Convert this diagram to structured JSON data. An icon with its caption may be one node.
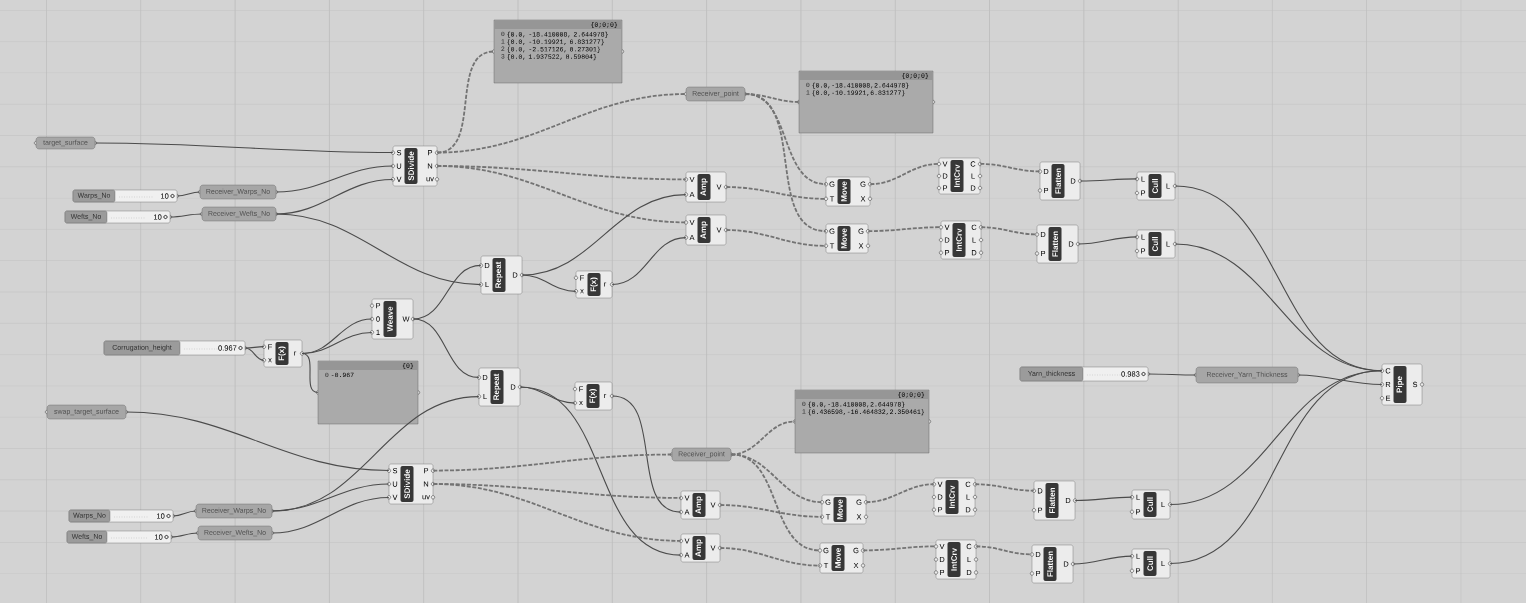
{
  "diagram": {
    "nodes": [
      {
        "text": [
          "target_surface"
        ]
      },
      {
        "text": [
          "{0;0;0}",
          "0",
          "{0.0, -18.410008, 2.644978}",
          "1",
          "{0.0, -10.19921, 6.831277}",
          "2",
          "{0.0, -2.517126, 8.27301}",
          "3",
          "{0.0, 1.937522, 8.59804}"
        ]
      },
      {
        "text": [
          "S",
          "U",
          "V",
          "SDivide",
          "P",
          "N",
          "uv"
        ]
      },
      {
        "text": [
          "Warps_No",
          "10"
        ]
      },
      {
        "text": [
          "Receiver_Warps_No"
        ]
      },
      {
        "text": [
          "Wefts_No",
          "10"
        ]
      },
      {
        "text": [
          "Receiver_Wefts_No"
        ]
      },
      {
        "text": [
          "Receiver_point"
        ]
      },
      {
        "text": [
          "{0;0;0}",
          "0",
          "{0.0,-18.410008,2.644978}",
          "1",
          "{0.0,-10.19921,6.831277}"
        ]
      },
      {
        "text": [
          "V",
          "A",
          "Amp",
          "V"
        ]
      },
      {
        "text": [
          "V",
          "A",
          "Amp",
          "V"
        ]
      },
      {
        "text": [
          "G",
          "T",
          "Move",
          "G",
          "X"
        ]
      },
      {
        "text": [
          "G",
          "T",
          "Move",
          "G",
          "X"
        ]
      },
      {
        "text": [
          "V",
          "D",
          "P",
          "IntCrv",
          "C",
          "L",
          "D"
        ]
      },
      {
        "text": [
          "V",
          "D",
          "P",
          "IntCrv",
          "C",
          "L",
          "D"
        ]
      },
      {
        "text": [
          "D",
          "P",
          "Flatten",
          "D"
        ]
      },
      {
        "text": [
          "D",
          "P",
          "Flatten",
          "D"
        ]
      },
      {
        "text": [
          "L",
          "P",
          "Cull",
          "L"
        ]
      },
      {
        "text": [
          "L",
          "P",
          "Cull",
          "L"
        ]
      },
      {
        "text": [
          "D",
          "L",
          "Repeat",
          "D"
        ]
      },
      {
        "text": [
          "F",
          "x",
          "F(x)",
          "r"
        ]
      },
      {
        "text": [
          "P",
          "0",
          "1",
          "Weave",
          "W"
        ]
      },
      {
        "text": [
          "Corrugation_height",
          "0.967"
        ]
      },
      {
        "text": [
          "F",
          "x",
          "F(x)",
          "r"
        ]
      },
      {
        "text": [
          "{0}",
          "0",
          "-0.967"
        ]
      },
      {
        "text": [
          "D",
          "L",
          "Repeat",
          "D"
        ]
      },
      {
        "text": [
          "F",
          "x",
          "F(x)",
          "r"
        ]
      },
      {
        "text": [
          "swap_target_surface"
        ]
      },
      {
        "text": [
          "{0;0;0}",
          "0",
          "{0.0,-18.410008,2.644978}",
          "1",
          "{6.436598,-16.464832,2.350461}"
        ]
      },
      {
        "text": [
          "Yarn_thickness",
          "0.983"
        ]
      },
      {
        "text": [
          "Receiver_Yarn_Thickness"
        ]
      },
      {
        "text": [
          "C",
          "R",
          "E",
          "Pipe",
          "S"
        ]
      },
      {
        "text": [
          "Receiver_point"
        ]
      },
      {
        "text": [
          "S",
          "U",
          "V",
          "SDivide",
          "P",
          "N",
          "uv"
        ]
      },
      {
        "text": [
          "Warps_No",
          "10"
        ]
      },
      {
        "text": [
          "Receiver_Warps_No"
        ]
      },
      {
        "text": [
          "Wefts_No",
          "10"
        ]
      },
      {
        "text": [
          "Receiver_Wefts_No"
        ]
      },
      {
        "text": [
          "V",
          "A",
          "Amp",
          "V"
        ]
      },
      {
        "text": [
          "G",
          "T",
          "Move",
          "G",
          "X"
        ]
      },
      {
        "text": [
          "V",
          "D",
          "P",
          "IntCrv",
          "C",
          "L",
          "D"
        ]
      },
      {
        "text": [
          "D",
          "P",
          "Flatten",
          "D"
        ]
      },
      {
        "text": [
          "L",
          "P",
          "Cull",
          "L"
        ]
      },
      {
        "text": [
          "V",
          "A",
          "Amp",
          "V"
        ]
      },
      {
        "text": [
          "G",
          "T",
          "Move",
          "G",
          "X"
        ]
      },
      {
        "text": [
          "V",
          "D",
          "P",
          "IntCrv",
          "C",
          "L",
          "D"
        ]
      },
      {
        "text": [
          "D",
          "P",
          "Flatten",
          "D"
        ]
      },
      {
        "text": [
          "L",
          "P",
          "Cull",
          "L"
        ]
      }
    ],
    "edges": [
      {
        "from": 0,
        "to": 2,
        "arrow": "none"
      },
      {
        "from": 3,
        "to": 4,
        "arrow": "none"
      },
      {
        "from": 5,
        "to": 6,
        "arrow": "none"
      },
      {
        "from": 4,
        "to": 2,
        "arrow": "none"
      },
      {
        "from": 6,
        "to": 2,
        "arrow": "none"
      },
      {
        "from": 6,
        "to": 19,
        "arrow": "none"
      },
      {
        "from": 2,
        "to": 1,
        "arrow": "none",
        "style": "dashed"
      },
      {
        "from": 2,
        "to": 7,
        "arrow": "none",
        "style": "dashed"
      },
      {
        "from": 2,
        "to": 9,
        "arrow": "none",
        "style": "dashed"
      },
      {
        "from": 2,
        "to": 10,
        "arrow": "none",
        "style": "dashed"
      },
      {
        "from": 7,
        "to": 8,
        "arrow": "none",
        "style": "dashed"
      },
      {
        "from": 7,
        "to": 11,
        "arrow": "none",
        "style": "dashed"
      },
      {
        "from": 7,
        "to": 12,
        "arrow": "none",
        "style": "dashed"
      },
      {
        "from": 9,
        "to": 11,
        "arrow": "none",
        "style": "dashed"
      },
      {
        "from": 10,
        "to": 12,
        "arrow": "none",
        "style": "dashed"
      },
      {
        "from": 11,
        "to": 13,
        "arrow": "none",
        "style": "dashed"
      },
      {
        "from": 12,
        "to": 14,
        "arrow": "none",
        "style": "dashed"
      },
      {
        "from": 13,
        "to": 15,
        "arrow": "none",
        "style": "dashed"
      },
      {
        "from": 14,
        "to": 16,
        "arrow": "none",
        "style": "dashed"
      },
      {
        "from": 15,
        "to": 17,
        "arrow": "none"
      },
      {
        "from": 16,
        "to": 18,
        "arrow": "none"
      },
      {
        "from": 17,
        "to": 31,
        "arrow": "none"
      },
      {
        "from": 18,
        "to": 31,
        "arrow": "none"
      },
      {
        "from": 19,
        "to": 9,
        "arrow": "none"
      },
      {
        "from": 19,
        "to": 20,
        "arrow": "none"
      },
      {
        "from": 20,
        "to": 10,
        "arrow": "none"
      },
      {
        "from": 21,
        "to": 19,
        "arrow": "none"
      },
      {
        "from": 21,
        "to": 25,
        "arrow": "none"
      },
      {
        "from": 22,
        "to": 23,
        "arrow": "none"
      },
      {
        "from": 22,
        "to": 23,
        "arrow": "none"
      },
      {
        "from": 23,
        "to": 21,
        "arrow": "none"
      },
      {
        "from": 23,
        "to": 21,
        "arrow": "none"
      },
      {
        "from": 23,
        "to": 24,
        "arrow": "none"
      },
      {
        "from": 35,
        "to": 25,
        "arrow": "none"
      },
      {
        "from": 27,
        "to": 33,
        "arrow": "none"
      },
      {
        "from": 35,
        "to": 33,
        "arrow": "none"
      },
      {
        "from": 37,
        "to": 33,
        "arrow": "none"
      },
      {
        "from": 34,
        "to": 35,
        "arrow": "none"
      },
      {
        "from": 36,
        "to": 37,
        "arrow": "none"
      },
      {
        "from": 25,
        "to": 26,
        "arrow": "none"
      },
      {
        "from": 25,
        "to": 43,
        "arrow": "none"
      },
      {
        "from": 26,
        "to": 38,
        "arrow": "none"
      },
      {
        "from": 33,
        "to": 32,
        "arrow": "none",
        "style": "dashed"
      },
      {
        "from": 33,
        "to": 38,
        "arrow": "none",
        "style": "dashed"
      },
      {
        "from": 33,
        "to": 43,
        "arrow": "none",
        "style": "dashed"
      },
      {
        "from": 32,
        "to": 28,
        "arrow": "none",
        "style": "dashed"
      },
      {
        "from": 32,
        "to": 39,
        "arrow": "none",
        "style": "dashed"
      },
      {
        "from": 32,
        "to": 44,
        "arrow": "none",
        "style": "dashed"
      },
      {
        "from": 38,
        "to": 39,
        "arrow": "none",
        "style": "dashed"
      },
      {
        "from": 43,
        "to": 44,
        "arrow": "none",
        "style": "dashed"
      },
      {
        "from": 39,
        "to": 40,
        "arrow": "none",
        "style": "dashed"
      },
      {
        "from": 44,
        "to": 45,
        "arrow": "none",
        "style": "dashed"
      },
      {
        "from": 40,
        "to": 41,
        "arrow": "none",
        "style": "dashed"
      },
      {
        "from": 45,
        "to": 46,
        "arrow": "none",
        "style": "dashed"
      },
      {
        "from": 41,
        "to": 42,
        "arrow": "none"
      },
      {
        "from": 46,
        "to": 47,
        "arrow": "none"
      },
      {
        "from": 42,
        "to": 31,
        "arrow": "none"
      },
      {
        "from": 47,
        "to": 31,
        "arrow": "none"
      },
      {
        "from": 29,
        "to": 30,
        "arrow": "none"
      },
      {
        "from": 30,
        "to": 31,
        "arrow": "none"
      }
    ]
  }
}
